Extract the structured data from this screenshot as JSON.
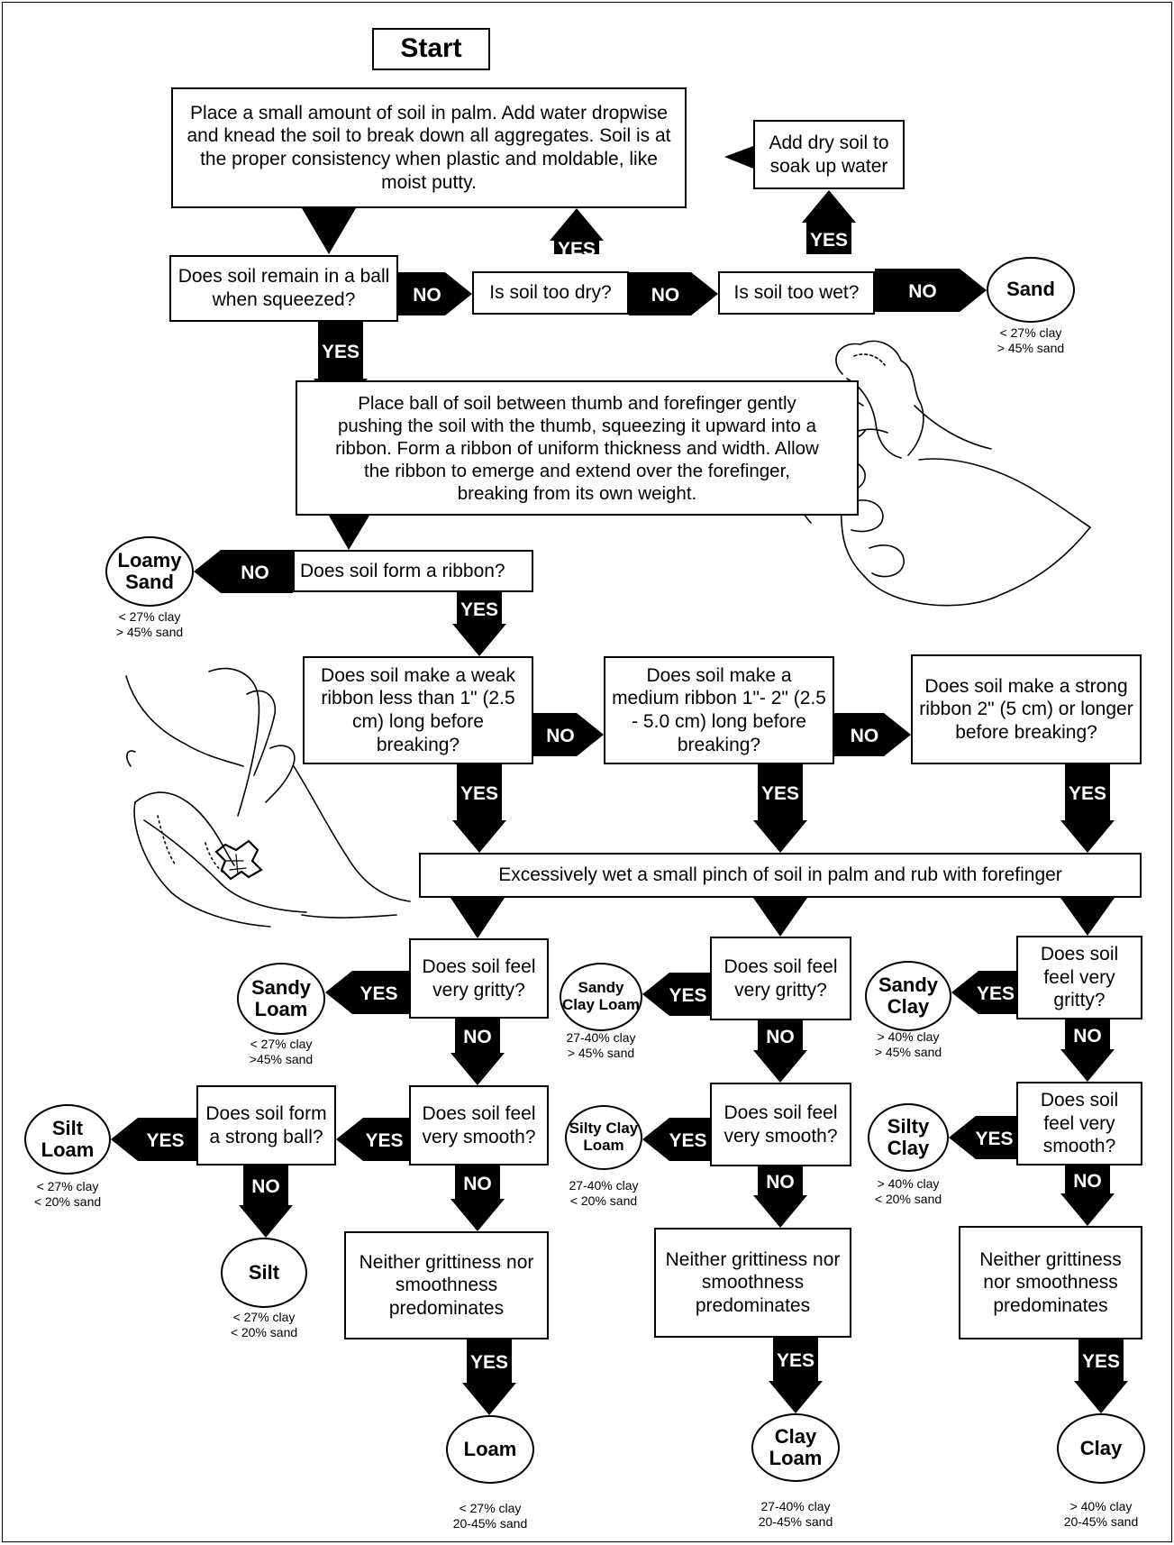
{
  "start": "Start",
  "box_place_soil": "Place a small amount of soil in palm. Add water dropwise and knead the soil to break down all aggregates. Soil is at the proper consistency when plastic and moldable, like moist putty.",
  "box_add_dry_soil": "Add dry soil to soak up water",
  "q_remain_ball": "Does soil remain in a ball when squeezed?",
  "q_too_dry": "Is soil too dry?",
  "q_too_wet": "Is soil too wet?",
  "box_ribbon_instructions": "Place ball of soil between thumb and forefinger gently pushing the soil with the thumb, squeezing it upward into a ribbon. Form a ribbon of uniform thickness and width. Allow the ribbon to emerge and extend over the forefinger, breaking from its own weight.",
  "q_form_ribbon": "Does soil form a ribbon?",
  "q_weak_ribbon": "Does soil make a weak ribbon less than 1\" (2.5 cm) long before breaking?",
  "q_medium_ribbon": "Does soil make a medium ribbon 1\"- 2\" (2.5 - 5.0 cm) long before breaking?",
  "q_strong_ribbon": "Does soil make a strong ribbon 2\" (5 cm) or longer before breaking?",
  "box_wet_pinch": "Excessively wet a small pinch of soil in palm and rub with forefinger",
  "q_gritty": "Does soil feel very gritty?",
  "q_smooth": "Does soil feel very smooth?",
  "q_strong_ball": "Does soil form a strong ball?",
  "box_neither": "Neither grittiness nor smoothness predominates",
  "labels": {
    "yes": "YES",
    "no": "NO"
  },
  "results": {
    "sand": {
      "name": "Sand",
      "note1": "< 27% clay",
      "note2": "> 45% sand"
    },
    "loamy_sand": {
      "name": "Loamy Sand",
      "note1": "< 27% clay",
      "note2": "> 45% sand"
    },
    "sandy_loam": {
      "name": "Sandy Loam",
      "note1": "< 27% clay",
      "note2": ">45% sand"
    },
    "silt_loam": {
      "name": "Silt Loam",
      "note1": "< 27% clay",
      "note2": "< 20% sand"
    },
    "silt": {
      "name": "Silt",
      "note1": "< 27% clay",
      "note2": "< 20% sand"
    },
    "loam": {
      "name": "Loam",
      "note1": "< 27% clay",
      "note2": "20-45% sand"
    },
    "sandy_clay_loam": {
      "name": "Sandy Clay Loam",
      "note1": "27-40% clay",
      "note2": "> 45% sand"
    },
    "silty_clay_loam": {
      "name": "Silty Clay Loam",
      "note1": "27-40% clay",
      "note2": "< 20% sand"
    },
    "clay_loam": {
      "name": "Clay Loam",
      "note1": "27-40% clay",
      "note2": "20-45% sand"
    },
    "sandy_clay": {
      "name": "Sandy Clay",
      "note1": "> 40% clay",
      "note2": "> 45% sand"
    },
    "silty_clay": {
      "name": "Silty Clay",
      "note1": "> 40% clay",
      "note2": "< 20% sand"
    },
    "clay": {
      "name": "Clay",
      "note1": "> 40% clay",
      "note2": "20-45% sand"
    }
  },
  "illustrations": [
    "ribbon-hand-illustration",
    "palm-rub-illustration"
  ]
}
